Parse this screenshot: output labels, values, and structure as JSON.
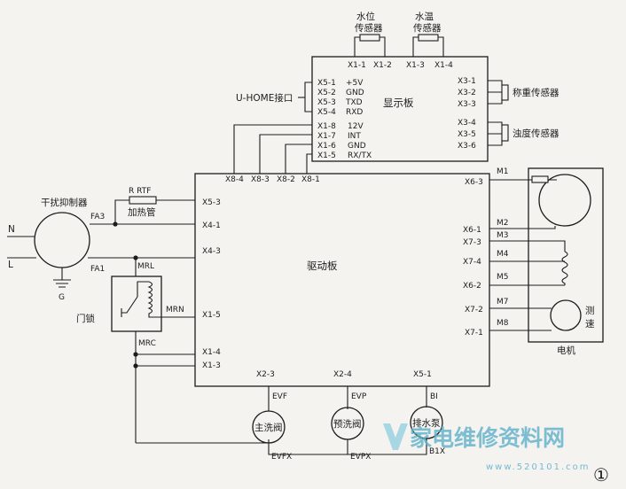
{
  "display_board": {
    "title": "显示板",
    "top_pins": [
      "X1-1",
      "X1-2",
      "X1-3",
      "X1-4"
    ],
    "left_pins": [
      {
        "pin": "X5-1",
        "sig": "+5V"
      },
      {
        "pin": "X5-2",
        "sig": "GND"
      },
      {
        "pin": "X5-3",
        "sig": "TXD"
      },
      {
        "pin": "X5-4",
        "sig": "RXD"
      },
      {
        "pin": "X1-8",
        "sig": "12V"
      },
      {
        "pin": "X1-7",
        "sig": "INT"
      },
      {
        "pin": "X1-6",
        "sig": "GND"
      },
      {
        "pin": "X1-5",
        "sig": "RX/TX"
      }
    ],
    "right_pins": [
      "X3-1",
      "X3-2",
      "X3-3",
      "X3-4",
      "X3-5",
      "X3-6"
    ]
  },
  "sensors": {
    "water_level": [
      "水位",
      "传感器"
    ],
    "water_temp": [
      "水温",
      "传感器"
    ],
    "weight": "称重传感器",
    "turbidity": "浊度传感器"
  },
  "u_home": "U-HOME接口",
  "drive_board": {
    "title": "驱动板",
    "top_pins": [
      "X8-4",
      "X8-3",
      "X8-2",
      "X8-1"
    ],
    "left_pins": [
      "X5-3",
      "X4-1",
      "X4-3",
      "X1-5",
      "X1-4",
      "X1-3"
    ],
    "right_pins": [
      "X6-3",
      "X6-1",
      "X7-3",
      "X7-4",
      "X6-2",
      "X7-2",
      "X7-1"
    ],
    "bottom_pins": [
      "X2-3",
      "X2-4",
      "X5-1"
    ]
  },
  "filter": {
    "label": "干扰抑制器",
    "fa3": "FA3",
    "fa1": "FA1",
    "g": "G"
  },
  "mains": {
    "n": "N",
    "l": "L"
  },
  "heater": {
    "r_rtf": "R  RTF",
    "label": "加热管"
  },
  "door_lock": {
    "label": "门锁",
    "mrl": "MRL",
    "mrn": "MRN",
    "mrc": "MRC"
  },
  "motor": {
    "label": "电机",
    "speed": [
      "测",
      "速"
    ],
    "terms": [
      "M1",
      "M2",
      "M3",
      "M4",
      "M5",
      "M7",
      "M8"
    ]
  },
  "valves": [
    {
      "name": "主洗阀",
      "top": "EVF",
      "bottom": "EVFX"
    },
    {
      "name": "预洗阀",
      "top": "EVP",
      "bottom": "EVPX"
    },
    {
      "name": "排水泵",
      "top": "BI",
      "bottom": "B1X"
    }
  ],
  "figure_number": "①",
  "watermark": {
    "site": "家电维修资料网",
    "url": "www.520101.com"
  }
}
